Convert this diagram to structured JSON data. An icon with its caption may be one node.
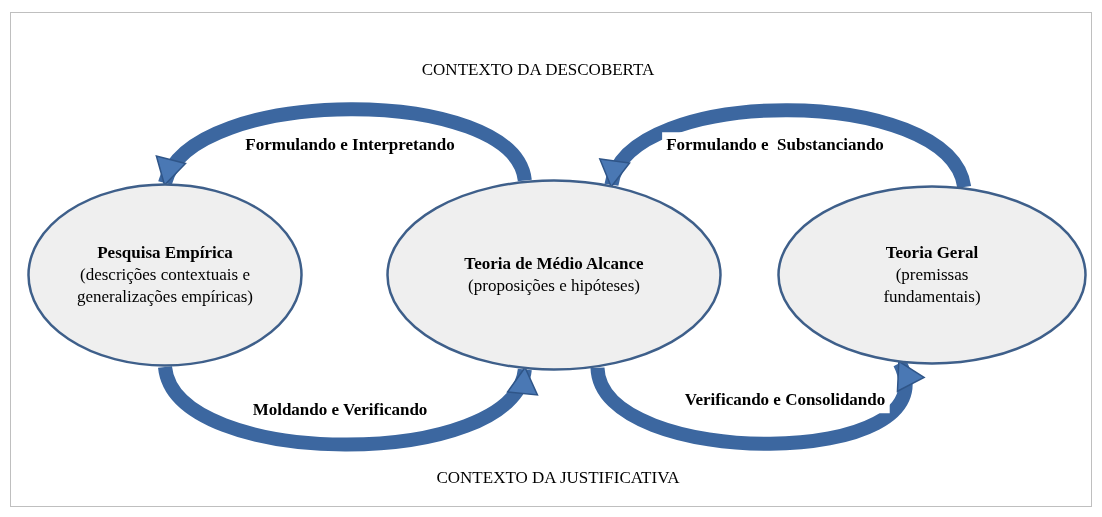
{
  "diagram": {
    "nodes": [
      {
        "text": [
          "Pesquisa Empírica",
          "(descrições contextuais e generalizações empíricas)"
        ]
      },
      {
        "text": [
          "Teoria de Médio Alcance",
          "(proposições e hipóteses)"
        ]
      },
      {
        "text": [
          "Teoria Geral",
          "(premissas fundamentais)"
        ]
      }
    ],
    "edges": [
      {
        "from": 1,
        "to": 0,
        "arrow": "to",
        "label": "Formulando e Interpretando"
      },
      {
        "from": 2,
        "to": 1,
        "arrow": "to",
        "label": "Formulando e  Substanciando"
      },
      {
        "from": 0,
        "to": 1,
        "arrow": "to",
        "label": "Moldando e Verificando"
      },
      {
        "from": 1,
        "to": 2,
        "arrow": "to",
        "label": "Verificando e Consolidando"
      }
    ],
    "labels": [
      "CONTEXTO DA DESCOBERTA",
      "CONTEXTO DA JUSTIFICATIVA"
    ]
  }
}
